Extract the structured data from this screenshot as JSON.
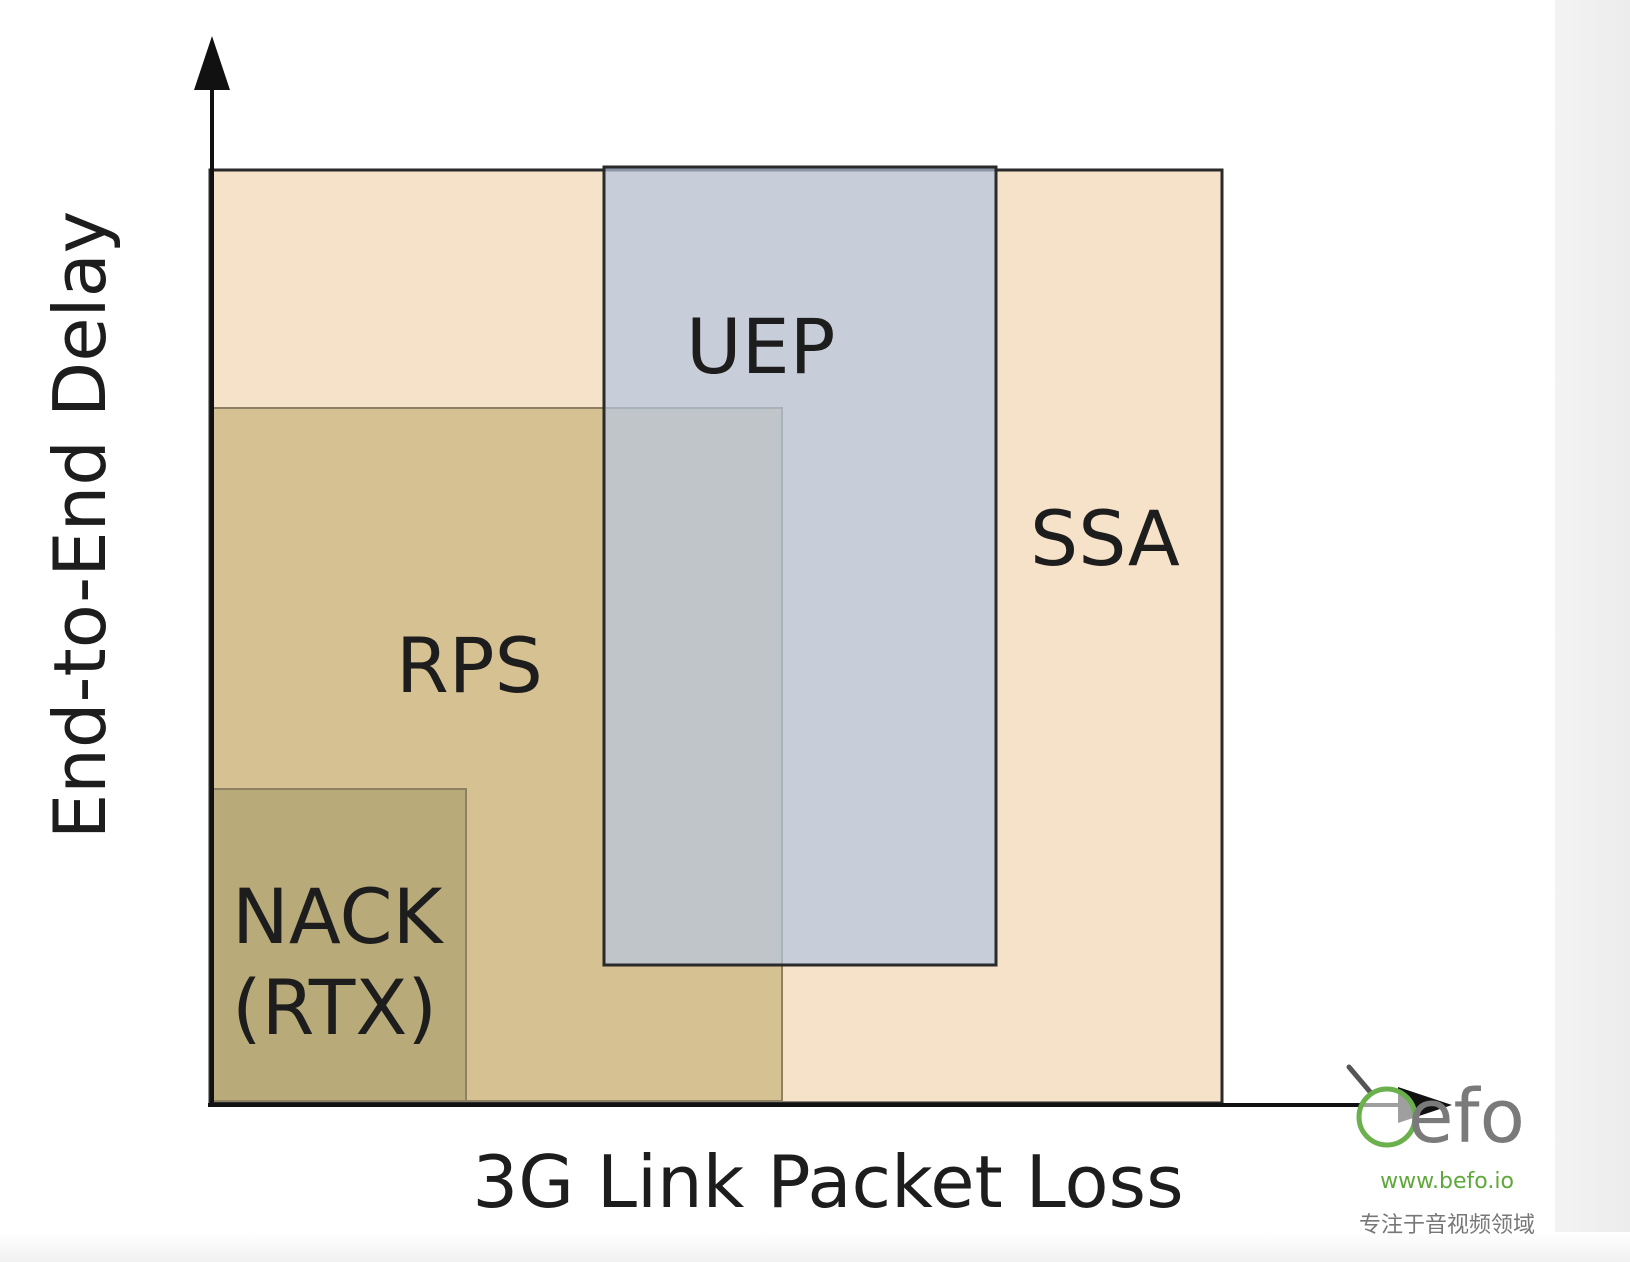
{
  "diagram": {
    "axes": {
      "y_label": "End-to-End Delay",
      "x_label": "3G Link Packet Loss"
    },
    "regions": {
      "ssa": {
        "label": "SSA",
        "color": "#f6e2c8"
      },
      "rps": {
        "label": "RPS",
        "color": "#d5c191"
      },
      "nack": {
        "label_line1": "NACK",
        "label_line2": "(RTX)",
        "color": "#b9ab79"
      },
      "uep": {
        "label": "UEP",
        "color": "#c5d0de"
      }
    }
  },
  "watermark": {
    "logo_text": "efo",
    "url": "www.befo.io",
    "tagline": "专注于音视频领域",
    "accent_color": "#6ab04c"
  }
}
